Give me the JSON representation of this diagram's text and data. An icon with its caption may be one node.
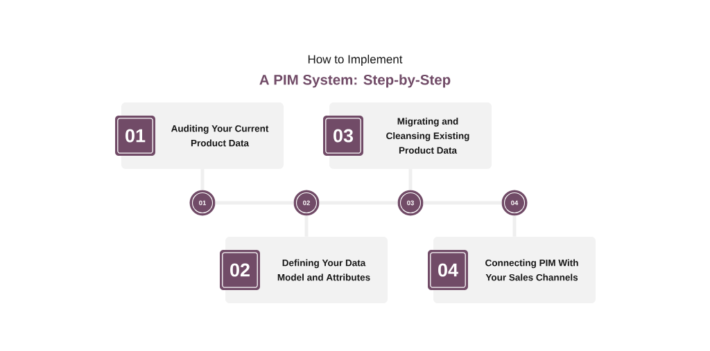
{
  "diagram": {
    "title": "How to Implement",
    "nodes": [
      {
        "text": [
          "Auditing Your Current Product Data"
        ]
      },
      {
        "text": [
          "01"
        ]
      },
      {
        "text": [
          "Migrating and Cleansing Existing Product Data"
        ]
      },
      {
        "text": [
          "03"
        ]
      },
      {
        "text": [
          "01"
        ]
      },
      {
        "text": [
          "02"
        ]
      },
      {
        "text": [
          "03"
        ]
      },
      {
        "text": [
          "04"
        ]
      },
      {
        "text": [
          "Defining Your Data Model and Attributes"
        ]
      },
      {
        "text": [
          "02"
        ]
      },
      {
        "text": [
          "Connecting PIM With Your Sales Channels"
        ]
      },
      {
        "text": [
          "04"
        ]
      }
    ],
    "edges": [
      {
        "from": 0,
        "to": 4,
        "arrow": "none"
      },
      {
        "from": 2,
        "to": 6,
        "arrow": "none"
      },
      {
        "from": 4,
        "to": 5,
        "arrow": "none"
      },
      {
        "from": 5,
        "to": 6,
        "arrow": "none"
      },
      {
        "from": 6,
        "to": 7,
        "arrow": "none"
      },
      {
        "from": 5,
        "to": 8,
        "arrow": "none"
      },
      {
        "from": 7,
        "to": 10,
        "arrow": "none"
      }
    ],
    "labels": [
      "A PIM System: Step-by-Step"
    ]
  }
}
